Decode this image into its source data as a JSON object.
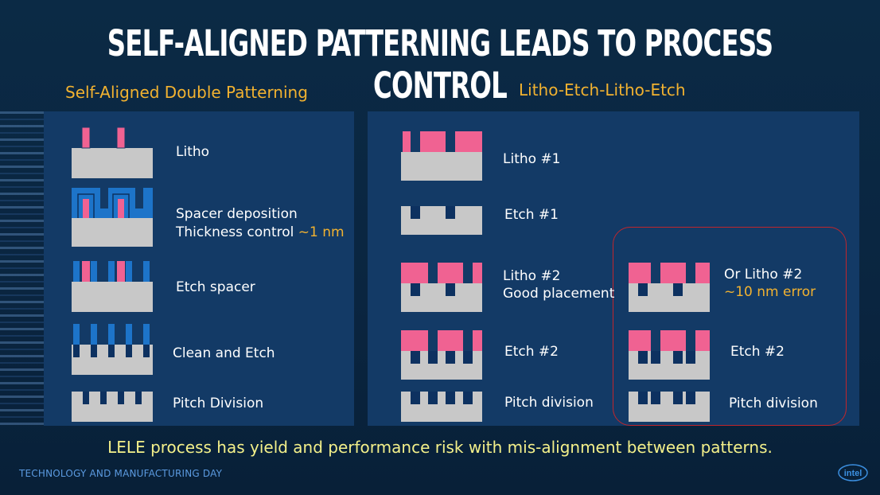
{
  "title": "SELF-ALIGNED PATTERNING LEADS TO PROCESS CONTROL",
  "left": {
    "heading": "Self-Aligned Double Patterning",
    "steps": [
      {
        "label": "Litho"
      },
      {
        "label": "Spacer deposition",
        "label2": "Thickness control ",
        "highlight": "~1 nm"
      },
      {
        "label": "Etch spacer"
      },
      {
        "label": "Clean and Etch"
      },
      {
        "label": "Pitch Division"
      }
    ]
  },
  "right": {
    "heading": "Litho-Etch-Litho-Etch",
    "steps": [
      {
        "label": "Litho #1"
      },
      {
        "label": "Etch #1"
      },
      {
        "label": "Litho #2",
        "label2": "Good placement"
      },
      {
        "label": "Etch #2"
      },
      {
        "label": "Pitch division"
      }
    ],
    "error_steps": [
      {
        "label": "Or Litho #2",
        "highlight": "~10 nm error"
      },
      {
        "label": "Etch #2"
      },
      {
        "label": "Pitch division"
      }
    ]
  },
  "bottom_text": "LELE process has yield and performance risk with mis-alignment between patterns.",
  "footer": "TECHNOLOGY AND MANUFACTURING DAY",
  "logo_text": "intel",
  "colors": {
    "resist": "#f06292",
    "spacer": "#1d74c9",
    "substrate": "#c8c8c8",
    "dark_fill": "#0d3160",
    "highlight": "#f2b230",
    "error_box": "#c0262c"
  }
}
